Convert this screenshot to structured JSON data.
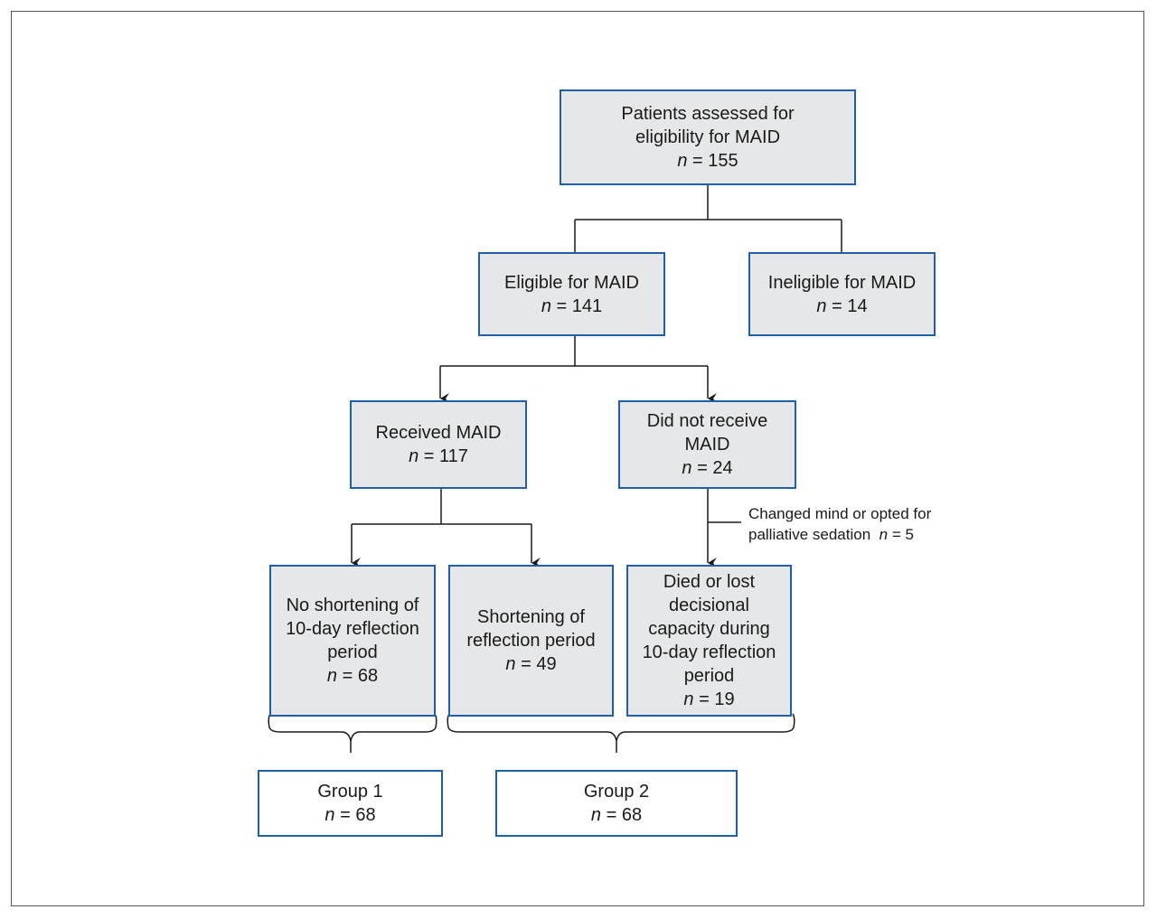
{
  "boxes": {
    "assessed": {
      "lines": [
        "Patients assessed for",
        "eligibility for MAID"
      ],
      "n_label": "n",
      "n_value": "= 155"
    },
    "eligible": {
      "lines": [
        "Eligible for MAID"
      ],
      "n_label": "n",
      "n_value": "= 141"
    },
    "ineligible": {
      "lines": [
        "Ineligible for MAID"
      ],
      "n_label": "n",
      "n_value": "= 14"
    },
    "received": {
      "lines": [
        "Received MAID"
      ],
      "n_label": "n",
      "n_value": "= 117"
    },
    "not_received": {
      "lines": [
        "Did not receive",
        "MAID"
      ],
      "n_label": "n",
      "n_value": "= 24"
    },
    "no_shortening": {
      "lines": [
        "No shortening of",
        "10-day reflection",
        "period"
      ],
      "n_label": "n",
      "n_value": "= 68"
    },
    "shortening": {
      "lines": [
        "Shortening of",
        "reflection period"
      ],
      "n_label": "n",
      "n_value": "= 49"
    },
    "died": {
      "lines": [
        "Died or lost",
        "decisional",
        "capacity during",
        "10-day reflection",
        "period"
      ],
      "n_label": "n",
      "n_value": "= 19"
    },
    "group1": {
      "lines": [
        "Group 1"
      ],
      "n_label": "n",
      "n_value": "= 68"
    },
    "group2": {
      "lines": [
        "Group 2"
      ],
      "n_label": "n",
      "n_value": "= 68"
    }
  },
  "note": {
    "line1": "Changed mind or opted for",
    "line2_text": "palliative sedation",
    "n_label": "n",
    "n_value": "= 5"
  },
  "colors": {
    "box_border": "#1f5fa8",
    "box_fill": "#e6e7e8",
    "line": "#1a1a1a"
  }
}
